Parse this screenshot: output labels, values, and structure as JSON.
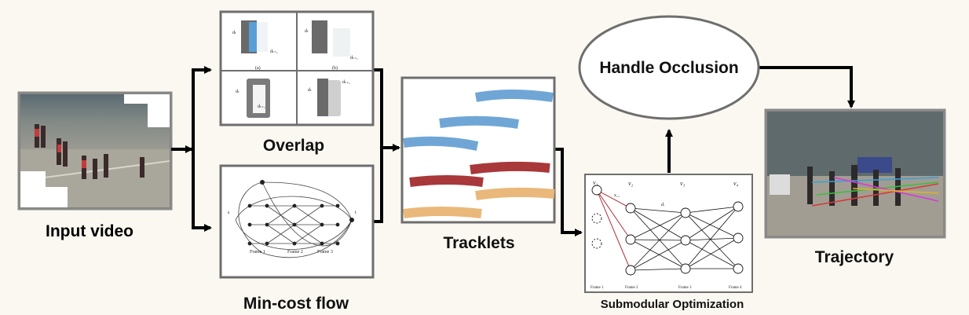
{
  "labels": {
    "input_video": "Input  video",
    "overlap": "Overlap",
    "min_cost_flow": "Min-cost flow",
    "tracklets": "Tracklets",
    "submodular": "Submodular Optimization",
    "handle_occlusion": "Handle Occlusion",
    "trajectory": "Trajectory"
  },
  "overlap_panel": {
    "d_t": "dₜ",
    "d_t1": "dₜ₊₁",
    "sub_a": "(a)",
    "sub_b": "(b)"
  },
  "mincost_panel": {
    "nodes_s": "s",
    "nodes_t": "t",
    "frame_labels": [
      "Frame 1",
      "Frame 2",
      "Frame 3"
    ]
  },
  "submodular_panel": {
    "v_labels": [
      "v₁",
      "v₂",
      "v₃",
      "v₄"
    ],
    "edge_label": "x₁₂",
    "d_label": "dᵢ",
    "frame_labels": [
      "Frame 1",
      "Frame 2",
      "Frame 3",
      "Frame 4"
    ]
  },
  "colors": {
    "background": "#fbf8f1",
    "tracklet_blue": "#6fa6d6",
    "tracklet_red": "#a8383a",
    "tracklet_orange": "#e9b87a",
    "arrow": "#000000",
    "frame_border": "#6e6e6e"
  }
}
